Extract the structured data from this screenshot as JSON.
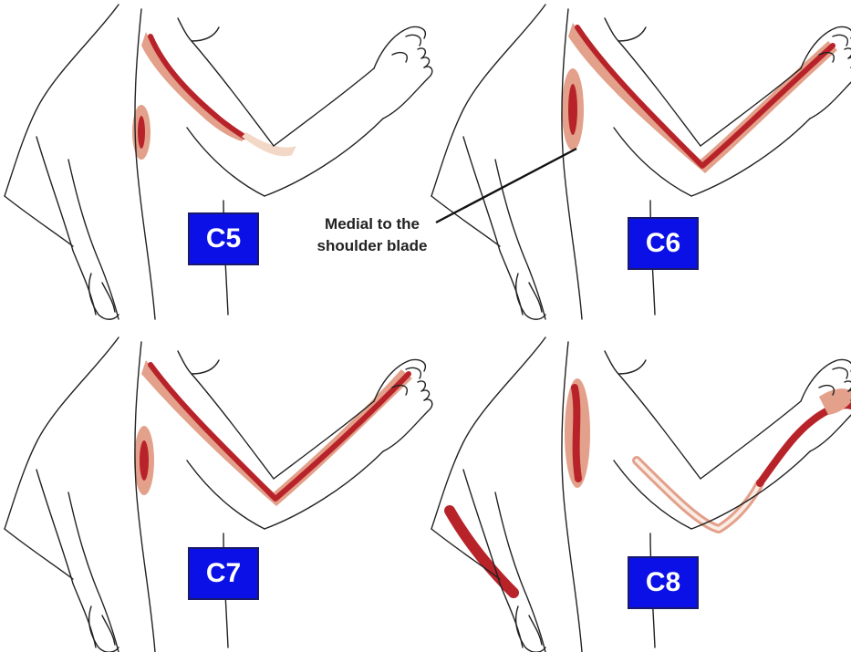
{
  "panels": [
    {
      "label": "C5"
    },
    {
      "label": "C6"
    },
    {
      "label": "C7"
    },
    {
      "label": "C8"
    }
  ],
  "callout": {
    "line1": "Medial to the",
    "line2": "shoulder blade"
  },
  "colors": {
    "dark_red": "#b8232a",
    "light_red": "#e3a08a",
    "pale": "#f3d8c8",
    "label_blue": "#0a10e6"
  }
}
